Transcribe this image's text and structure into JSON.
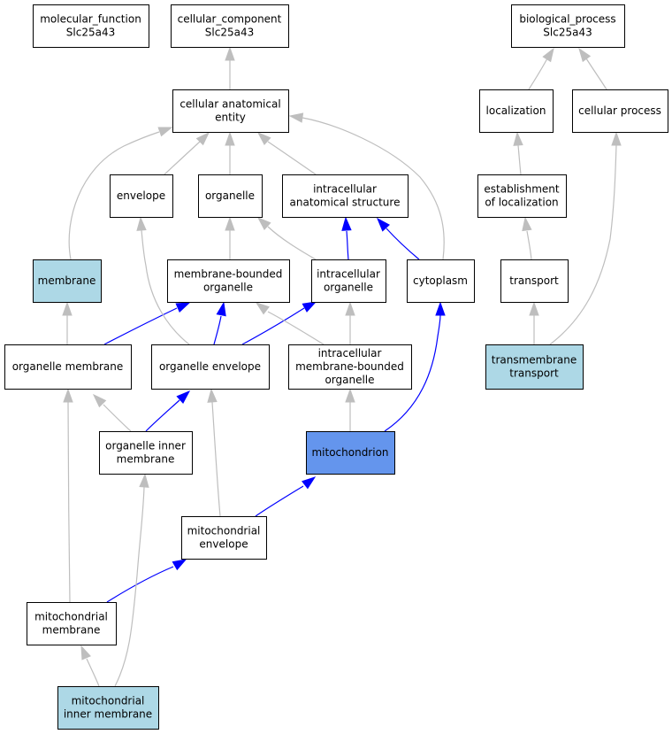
{
  "colors": {
    "default_fill": "#ffffff",
    "highlight_fill": "#add8e6",
    "focus_fill": "#6495ed",
    "edge_gray": "#bebebe",
    "edge_blue": "#0000ff"
  },
  "nodes": [
    {
      "id": "mf",
      "lines": [
        "molecular_function",
        "Slc25a43"
      ],
      "style": "default"
    },
    {
      "id": "cc",
      "lines": [
        "cellular_component",
        "Slc25a43"
      ],
      "style": "default"
    },
    {
      "id": "bp",
      "lines": [
        "biological_process",
        "Slc25a43"
      ],
      "style": "default"
    },
    {
      "id": "cae",
      "lines": [
        "cellular anatomical",
        "entity"
      ],
      "style": "default"
    },
    {
      "id": "loc",
      "lines": [
        "localization"
      ],
      "style": "default"
    },
    {
      "id": "cp",
      "lines": [
        "cellular process"
      ],
      "style": "default"
    },
    {
      "id": "env",
      "lines": [
        "envelope"
      ],
      "style": "default"
    },
    {
      "id": "org",
      "lines": [
        "organelle"
      ],
      "style": "default"
    },
    {
      "id": "ias",
      "lines": [
        "intracellular",
        "anatomical structure"
      ],
      "style": "default"
    },
    {
      "id": "eol",
      "lines": [
        "establishment",
        "of localization"
      ],
      "style": "default"
    },
    {
      "id": "mem",
      "lines": [
        "membrane"
      ],
      "style": "highlight"
    },
    {
      "id": "mbo",
      "lines": [
        "membrane-bounded",
        "organelle"
      ],
      "style": "default"
    },
    {
      "id": "io",
      "lines": [
        "intracellular",
        "organelle"
      ],
      "style": "default"
    },
    {
      "id": "cyt",
      "lines": [
        "cytoplasm"
      ],
      "style": "default"
    },
    {
      "id": "tr",
      "lines": [
        "transport"
      ],
      "style": "default"
    },
    {
      "id": "om",
      "lines": [
        "organelle membrane"
      ],
      "style": "default"
    },
    {
      "id": "oe",
      "lines": [
        "organelle envelope"
      ],
      "style": "default"
    },
    {
      "id": "imbo",
      "lines": [
        "intracellular",
        "membrane-bounded",
        "organelle"
      ],
      "style": "default"
    },
    {
      "id": "tmt",
      "lines": [
        "transmembrane",
        "transport"
      ],
      "style": "highlight"
    },
    {
      "id": "oim",
      "lines": [
        "organelle inner",
        "membrane"
      ],
      "style": "default"
    },
    {
      "id": "mito",
      "lines": [
        "mitochondrion"
      ],
      "style": "focus"
    },
    {
      "id": "menv",
      "lines": [
        "mitochondrial",
        "envelope"
      ],
      "style": "default"
    },
    {
      "id": "mmem",
      "lines": [
        "mitochondrial",
        "membrane"
      ],
      "style": "default"
    },
    {
      "id": "mim",
      "lines": [
        "mitochondrial",
        "inner membrane"
      ],
      "style": "highlight"
    }
  ],
  "edges": [
    {
      "from": "cae",
      "to": "cc",
      "color": "gray"
    },
    {
      "from": "loc",
      "to": "bp",
      "color": "gray"
    },
    {
      "from": "cp",
      "to": "bp",
      "color": "gray"
    },
    {
      "from": "env",
      "to": "cae",
      "color": "gray"
    },
    {
      "from": "org",
      "to": "cae",
      "color": "gray"
    },
    {
      "from": "ias",
      "to": "cae",
      "color": "gray"
    },
    {
      "from": "mem",
      "to": "cae",
      "color": "gray"
    },
    {
      "from": "cyt",
      "to": "cae",
      "color": "gray"
    },
    {
      "from": "eol",
      "to": "loc",
      "color": "gray"
    },
    {
      "from": "tr",
      "to": "eol",
      "color": "gray"
    },
    {
      "from": "tmt",
      "to": "tr",
      "color": "gray"
    },
    {
      "from": "tmt",
      "to": "cp",
      "color": "gray"
    },
    {
      "from": "mbo",
      "to": "org",
      "color": "gray"
    },
    {
      "from": "io",
      "to": "org",
      "color": "gray"
    },
    {
      "from": "io",
      "to": "ias",
      "color": "blue"
    },
    {
      "from": "cyt",
      "to": "ias",
      "color": "blue"
    },
    {
      "from": "om",
      "to": "mem",
      "color": "gray"
    },
    {
      "from": "om",
      "to": "mbo",
      "color": "blue"
    },
    {
      "from": "oe",
      "to": "mbo",
      "color": "blue"
    },
    {
      "from": "oe",
      "to": "io",
      "color": "blue"
    },
    {
      "from": "oe",
      "to": "env",
      "color": "gray"
    },
    {
      "from": "imbo",
      "to": "mbo",
      "color": "gray"
    },
    {
      "from": "imbo",
      "to": "io",
      "color": "gray"
    },
    {
      "from": "oim",
      "to": "om",
      "color": "gray"
    },
    {
      "from": "oim",
      "to": "oe",
      "color": "blue"
    },
    {
      "from": "mito",
      "to": "imbo",
      "color": "gray"
    },
    {
      "from": "mito",
      "to": "cyt",
      "color": "blue"
    },
    {
      "from": "menv",
      "to": "mito",
      "color": "blue"
    },
    {
      "from": "menv",
      "to": "oe",
      "color": "gray"
    },
    {
      "from": "mmem",
      "to": "menv",
      "color": "blue"
    },
    {
      "from": "mmem",
      "to": "om",
      "color": "gray"
    },
    {
      "from": "mim",
      "to": "mmem",
      "color": "gray"
    },
    {
      "from": "mim",
      "to": "oim",
      "color": "gray"
    }
  ]
}
